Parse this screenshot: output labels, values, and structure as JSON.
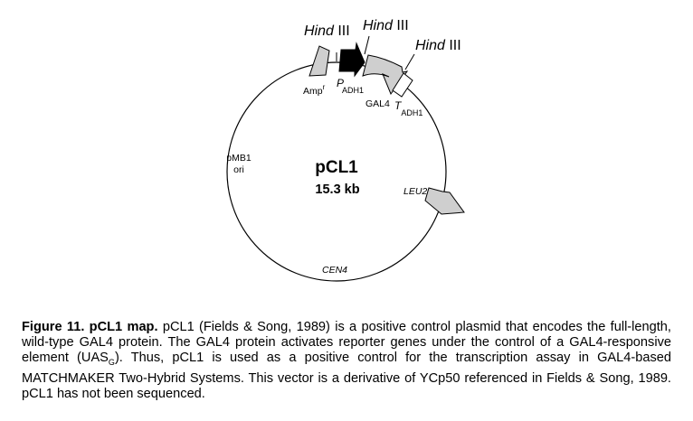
{
  "plasmid": {
    "name": "pCL1",
    "size": "15.3 kb"
  },
  "sites": {
    "site1": {
      "italic": "Hind",
      "roman": " III"
    },
    "site2": {
      "italic": "Hind",
      "roman": " III"
    },
    "site3": {
      "italic": "Hind",
      "roman": " III"
    }
  },
  "features": {
    "ampr": {
      "main": "Amp",
      "sup": "r"
    },
    "padh1": {
      "main": "P",
      "sub": "ADH1"
    },
    "gal4": "GAL4",
    "tadh1": {
      "main": "T",
      "sub": "ADH1"
    },
    "leu2": "LEU2",
    "cen4": "CEN4",
    "ori_line1": "pMB1",
    "ori_line2": "ori"
  },
  "colors": {
    "gray_fill": "#cfcfcf",
    "black_fill": "#000000",
    "outline": "#000000"
  },
  "caption": {
    "title": "Figure 11. pCL1 map.",
    "text1": " pCL1 (Fields & Song, 1989) is a positive control plasmid that encodes the full-length, wild-type GAL4 protein. The GAL4 protein activates reporter genes under the control of a GAL4-responsive element (UAS",
    "sub": "G",
    "text2": "). Thus, pCL1 is used as a positive control for the transcription assay in GAL4-based MATCHMAKER Two-Hybrid Systems. This vector is a derivative of YCp50 referenced in Fields & Song, 1989. pCL1 has not been sequenced."
  }
}
